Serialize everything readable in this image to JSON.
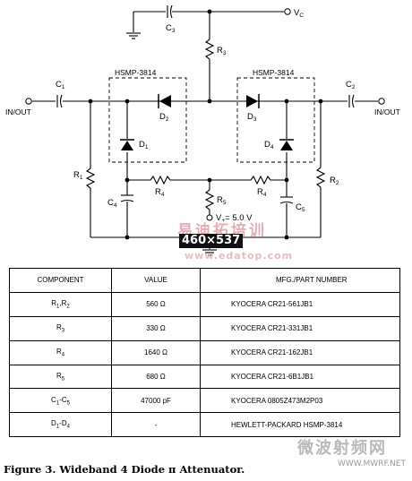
{
  "schematic": {
    "labels": {
      "in_out_left": "IN/OUT",
      "in_out_right": "IN/OUT",
      "vc": "V",
      "vc_sub": "C",
      "c1": "C",
      "c1_sub": "1",
      "c2": "C",
      "c2_sub": "2",
      "c3": "C",
      "c3_sub": "3",
      "c4": "C",
      "c4_sub": "4",
      "c5": "C",
      "c5_sub": "5",
      "r1": "R",
      "r1_sub": "1",
      "r2": "R",
      "r2_sub": "2",
      "r3": "R",
      "r3_sub": "3",
      "r4a": "R",
      "r4a_sub": "4",
      "r4b": "R",
      "r4b_sub": "4",
      "r5": "R",
      "r5_sub": "5",
      "d1": "D",
      "d1_sub": "1",
      "d2": "D",
      "d2_sub": "2",
      "d3": "D",
      "d3_sub": "3",
      "d4": "D",
      "d4_sub": "4",
      "hsmp_left": "HSMP-3814",
      "hsmp_right": "HSMP-3814",
      "vplus": "V",
      "vplus_sub": "+",
      "vplus_value": "= 5.0 V"
    }
  },
  "watermarks": {
    "top_cn": "易迪拓培训",
    "top_url": "www.edatop.com",
    "dimension_badge": "460×537",
    "bottom_cn": "微波射频网",
    "bottom_url": "WWW.MWRF.NET"
  },
  "table": {
    "headers": [
      "COMPONENT",
      "VALUE",
      "MFG./PART NUMBER"
    ],
    "rows": [
      {
        "component": "R",
        "component_sub": "1",
        "component_mid": ",R",
        "component_sub2": "2",
        "value": "560 Ω",
        "part": "KYOCERA CR21-561JB1"
      },
      {
        "component": "R",
        "component_sub": "3",
        "component_mid": "",
        "component_sub2": "",
        "value": "330 Ω",
        "part": "KYOCERA CR21-331JB1"
      },
      {
        "component": "R",
        "component_sub": "4",
        "component_mid": "",
        "component_sub2": "",
        "value": "1640 Ω",
        "part": "KYOCERA CR21-162JB1"
      },
      {
        "component": "R",
        "component_sub": "5",
        "component_mid": "",
        "component_sub2": "",
        "value": "680 Ω",
        "part": "KYOCERA CR21-6B1JB1"
      },
      {
        "component": "C",
        "component_sub": "1",
        "component_mid": "-C",
        "component_sub2": "5",
        "value": "47000 pF",
        "part": "KYOCERA 0805Z473M2P03"
      },
      {
        "component": "D",
        "component_sub": "1",
        "component_mid": "-D",
        "component_sub2": "4",
        "value": "-",
        "part": "HEWLETT-PACKARD HSMP-3814"
      }
    ]
  },
  "caption": "Figure 3.  Wideband 4 Diode π Attenuator."
}
